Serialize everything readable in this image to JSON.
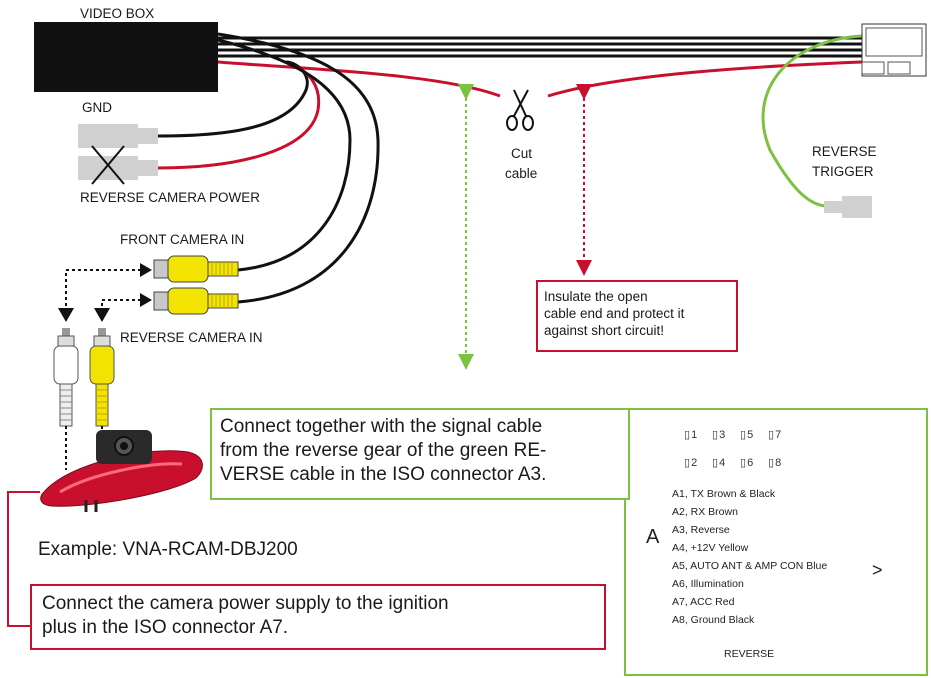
{
  "labels": {
    "video_box": "VIDEO BOX",
    "gnd": "GND",
    "reverse_camera_power": "REVERSE CAMERA POWER",
    "front_camera_in": "FRONT CAMERA IN",
    "reverse_camera_in": "REVERSE CAMERA IN",
    "cut_cable_line1": "Cut",
    "cut_cable_line2": "cable",
    "reverse_trigger_line1": "REVERSE",
    "reverse_trigger_line2": "TRIGGER",
    "example": "Example: VNA-RCAM-DBJ200"
  },
  "notes": {
    "insulate": [
      "Insulate the open",
      "cable end and protect it",
      "against short circuit!"
    ],
    "connect_signal": [
      "Connect together with the signal cable",
      "from the reverse gear of the green RE-",
      "VERSE cable in the ISO connector A3."
    ],
    "connect_power": [
      "Connect the camera power supply to the ignition",
      "plus in the ISO connector A7."
    ]
  },
  "iso": {
    "connector_letter": "A",
    "pins_top": [
      "1",
      "3",
      "5",
      "7"
    ],
    "pins_bottom": [
      "2",
      "4",
      "6",
      "8"
    ],
    "legend": [
      "A1,  TX Brown & Black",
      "A2,  RX Brown",
      "A3, Reverse",
      "A4, +12V  Yellow",
      "A5, AUTO ANT & AMP CON  Blue",
      "A6, Illumination",
      "A7, ACC Red",
      "A8, Ground Black"
    ],
    "reverse_label": "REVERSE",
    "plug_mark": ">"
  },
  "colors": {
    "wire_red": "#c8102e",
    "wire_black": "#111111",
    "wire_green": "#7cc142",
    "rca_yellow": "#f2e400",
    "connector_grey": "#d0d0d0",
    "note_border_red": "#c8102e",
    "note_border_green": "#7cc142"
  }
}
